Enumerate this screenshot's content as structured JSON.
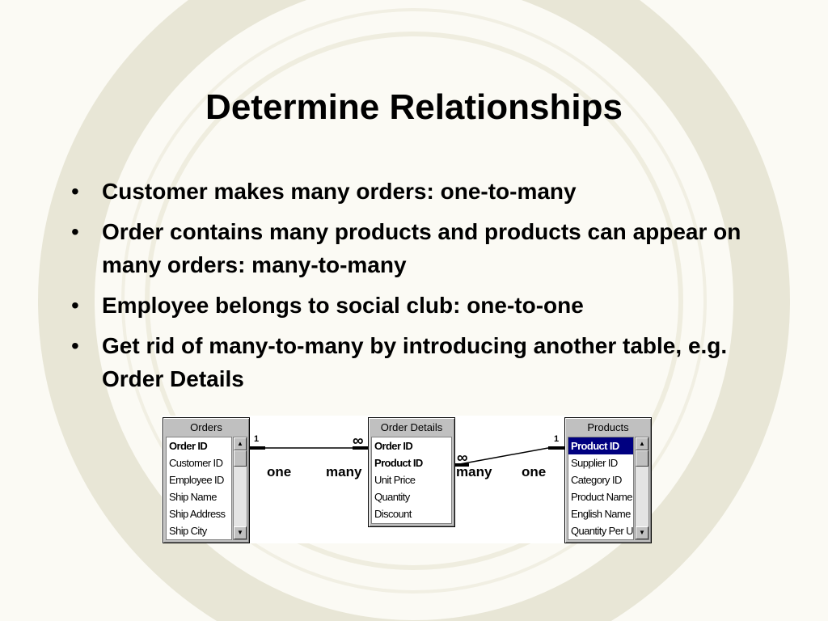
{
  "slide": {
    "title": "Determine Relationships",
    "bullet_glyph": "•",
    "bullets": [
      "Customer makes many orders: one-to-many",
      "Order contains many products and products can appear on many orders: many-to-many",
      "Employee belongs to social club: one-to-one",
      "Get rid of many-to-many by introducing another table, e.g. Order Details"
    ]
  },
  "diagram": {
    "tables": [
      {
        "name": "Orders",
        "fields": [
          "Order ID",
          "Customer ID",
          "Employee ID",
          "Ship Name",
          "Ship Address",
          "Ship City"
        ]
      },
      {
        "name": "Order Details",
        "fields": [
          "Order ID",
          "Product ID",
          "Unit Price",
          "Quantity",
          "Discount"
        ]
      },
      {
        "name": "Products",
        "fields": [
          "Product ID",
          "Supplier ID",
          "Category ID",
          "Product Name",
          "English Name",
          "Quantity Per Ur"
        ]
      }
    ],
    "relationship_labels": [
      "one",
      "many",
      "many",
      "one"
    ],
    "cardinality_marks": [
      "1",
      "∞",
      "∞",
      "1"
    ]
  }
}
